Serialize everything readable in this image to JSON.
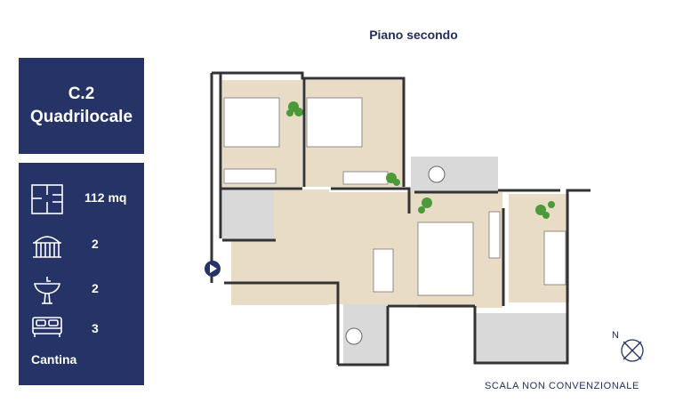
{
  "floor": {
    "title": "Piano secondo"
  },
  "unit": {
    "code": "C.2",
    "type": "Quadrilocale"
  },
  "specs": {
    "area": "112 mq",
    "balconies": "2",
    "bathrooms": "2",
    "bedrooms": "3",
    "cellar": "Cantina"
  },
  "legend": {
    "scale_note": "SCALA NON CONVENZIONALE",
    "north_label": "N"
  },
  "colors": {
    "navy": "#253366",
    "floor_wood": "#e8dcc6",
    "tile": "#d9d9d9",
    "wall": "#333333",
    "plant": "#4a9a3a"
  }
}
